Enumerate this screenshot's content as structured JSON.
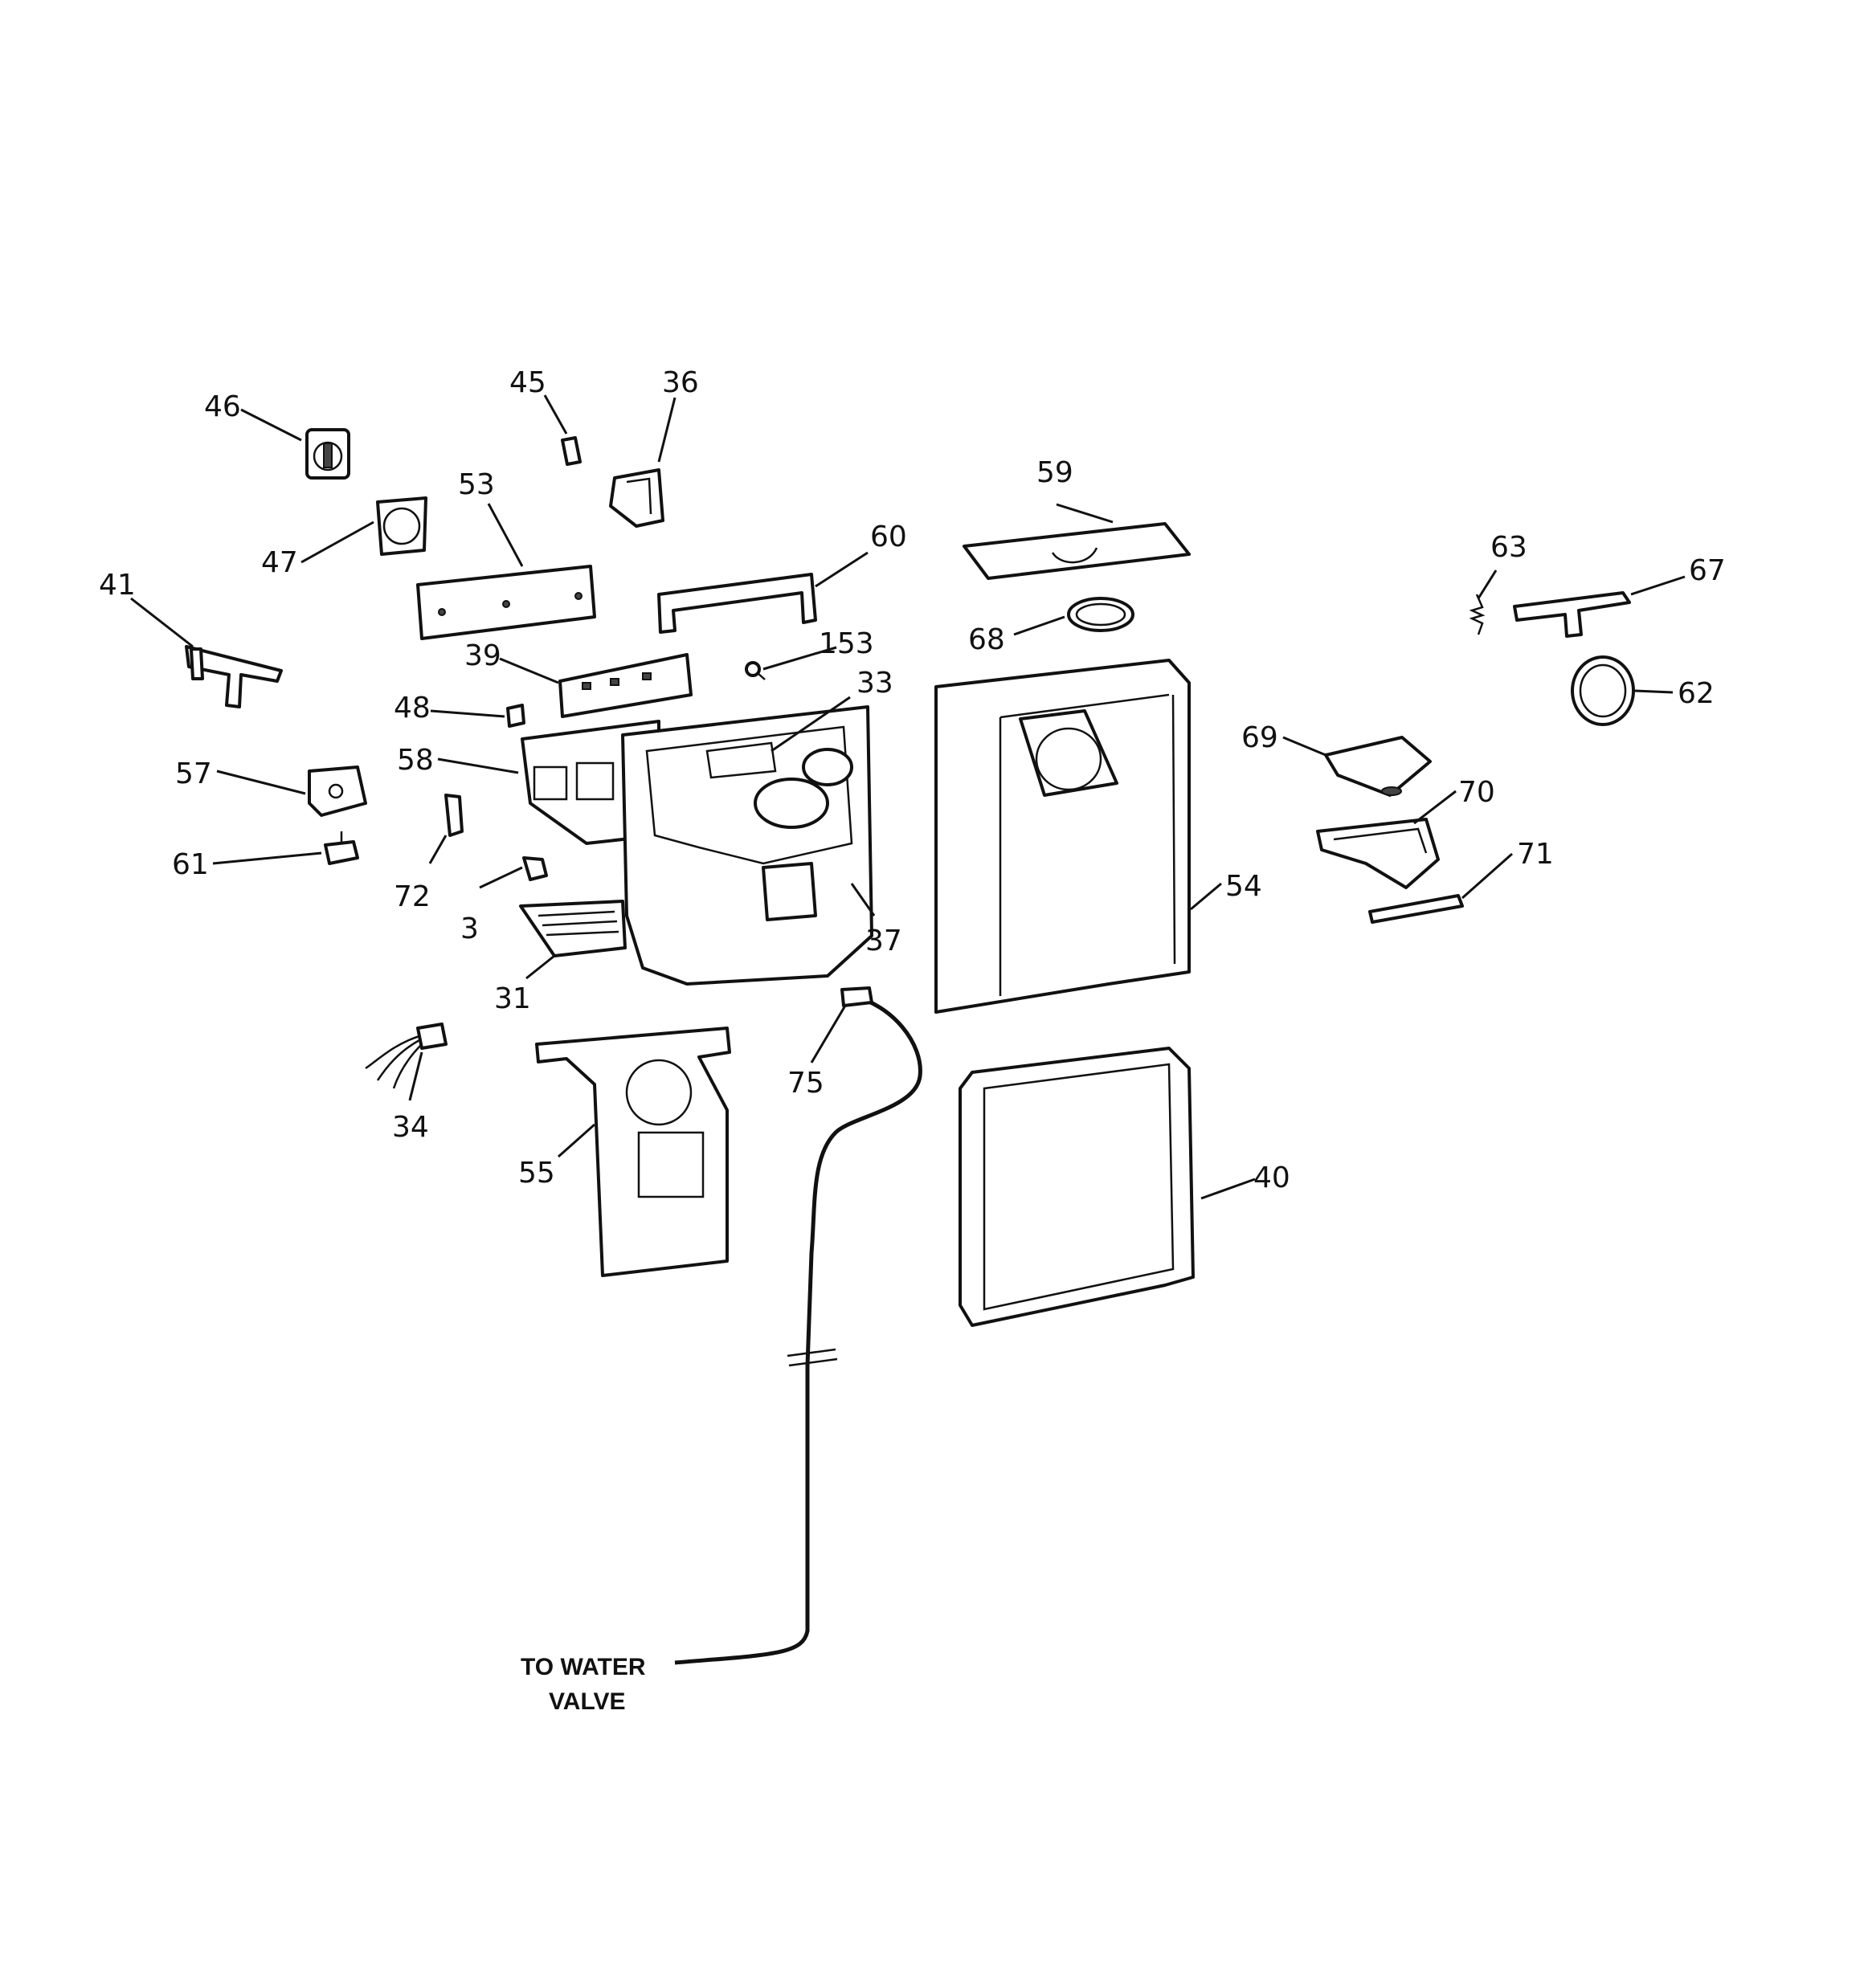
{
  "callouts": {
    "p3": "3",
    "p31": "31",
    "p33": "33",
    "p34": "34",
    "p36": "36",
    "p37": "37",
    "p39": "39",
    "p40": "40",
    "p41": "41",
    "p45": "45",
    "p46": "46",
    "p47": "47",
    "p48": "48",
    "p53": "53",
    "p54": "54",
    "p55": "55",
    "p57": "57",
    "p58": "58",
    "p59": "59",
    "p60": "60",
    "p61": "61",
    "p62": "62",
    "p63": "63",
    "p67": "67",
    "p68": "68",
    "p69": "69",
    "p70": "70",
    "p71": "71",
    "p72": "72",
    "p75": "75",
    "p153": "153"
  },
  "note": {
    "line1": "TO WATER",
    "line2": "VALVE"
  }
}
